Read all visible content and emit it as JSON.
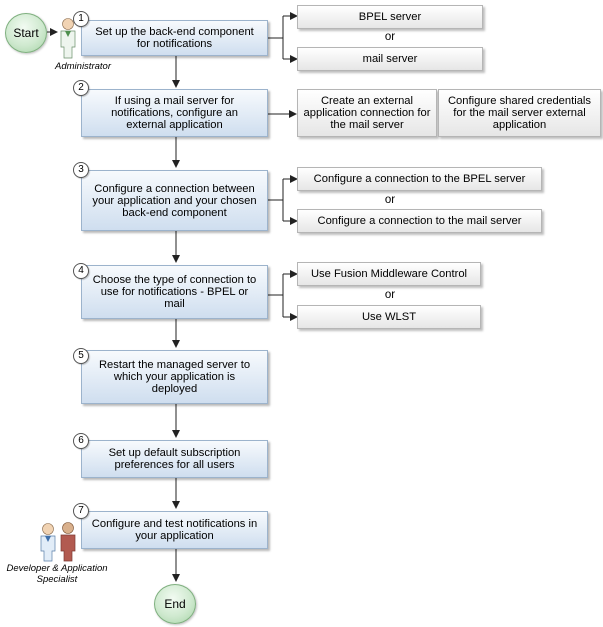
{
  "start_label": "Start",
  "end_label": "End",
  "roles": {
    "administrator": "Administrator",
    "developer": "Developer & Application Specialist"
  },
  "or_label": "or",
  "steps": [
    {
      "number": "1",
      "text": "Set up the back-end component for notifications",
      "options": [
        "BPEL server",
        "mail server"
      ]
    },
    {
      "number": "2",
      "text": "If using a mail server for notifications, configure an external application",
      "options": [
        "Create an external application connection for the mail server",
        "Configure shared credentials for the mail server external application"
      ]
    },
    {
      "number": "3",
      "text": "Configure a connection between your application and your chosen back-end component",
      "options": [
        "Configure a connection to the BPEL server",
        "Configure a connection to the mail server"
      ]
    },
    {
      "number": "4",
      "text": "Choose the type of connection to use for notifications - BPEL or mail",
      "options": [
        "Use Fusion Middleware Control",
        "Use WLST"
      ]
    },
    {
      "number": "5",
      "text": "Restart the managed server to which your application is deployed"
    },
    {
      "number": "6",
      "text": "Set up default subscription preferences for all users"
    },
    {
      "number": "7",
      "text": "Configure and test notifications in your application"
    }
  ]
}
